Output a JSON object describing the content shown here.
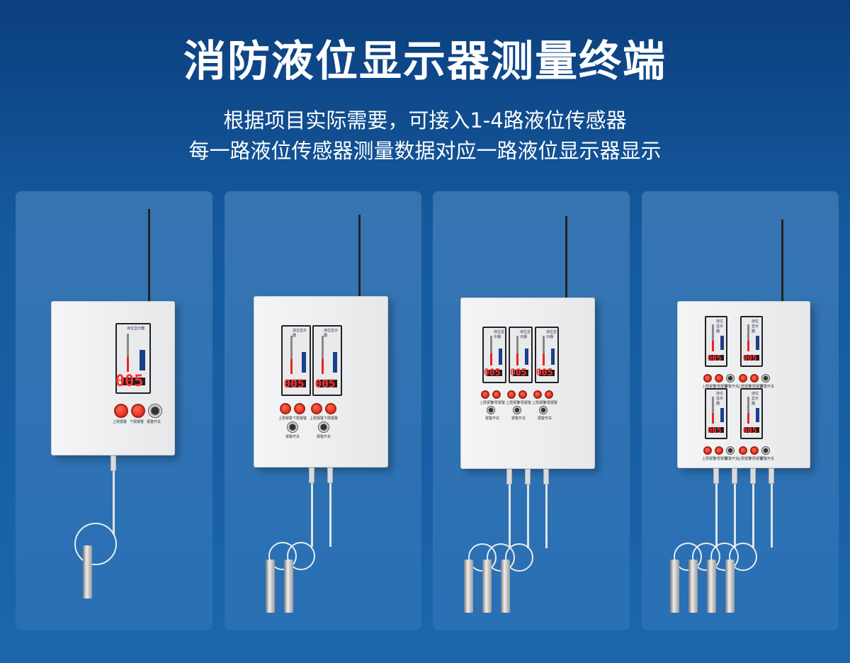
{
  "header": {
    "title": "消防液位显示器测量终端",
    "subtitle_line1": "根据项目实际需要，可接入1-4路液位传感器",
    "subtitle_line2": "每一路液位传感器测量数据对应一路液位显示器显示"
  },
  "device": {
    "display_title": "液位显示器",
    "reading": "005",
    "upper_alarm_label": "上限报警",
    "lower_alarm_label": "下限报警",
    "alarm_switch_label": "报警开关",
    "button_color": "#e02a1a"
  },
  "products": [
    {
      "channels": 1
    },
    {
      "channels": 2
    },
    {
      "channels": 3
    },
    {
      "channels": 4
    }
  ]
}
